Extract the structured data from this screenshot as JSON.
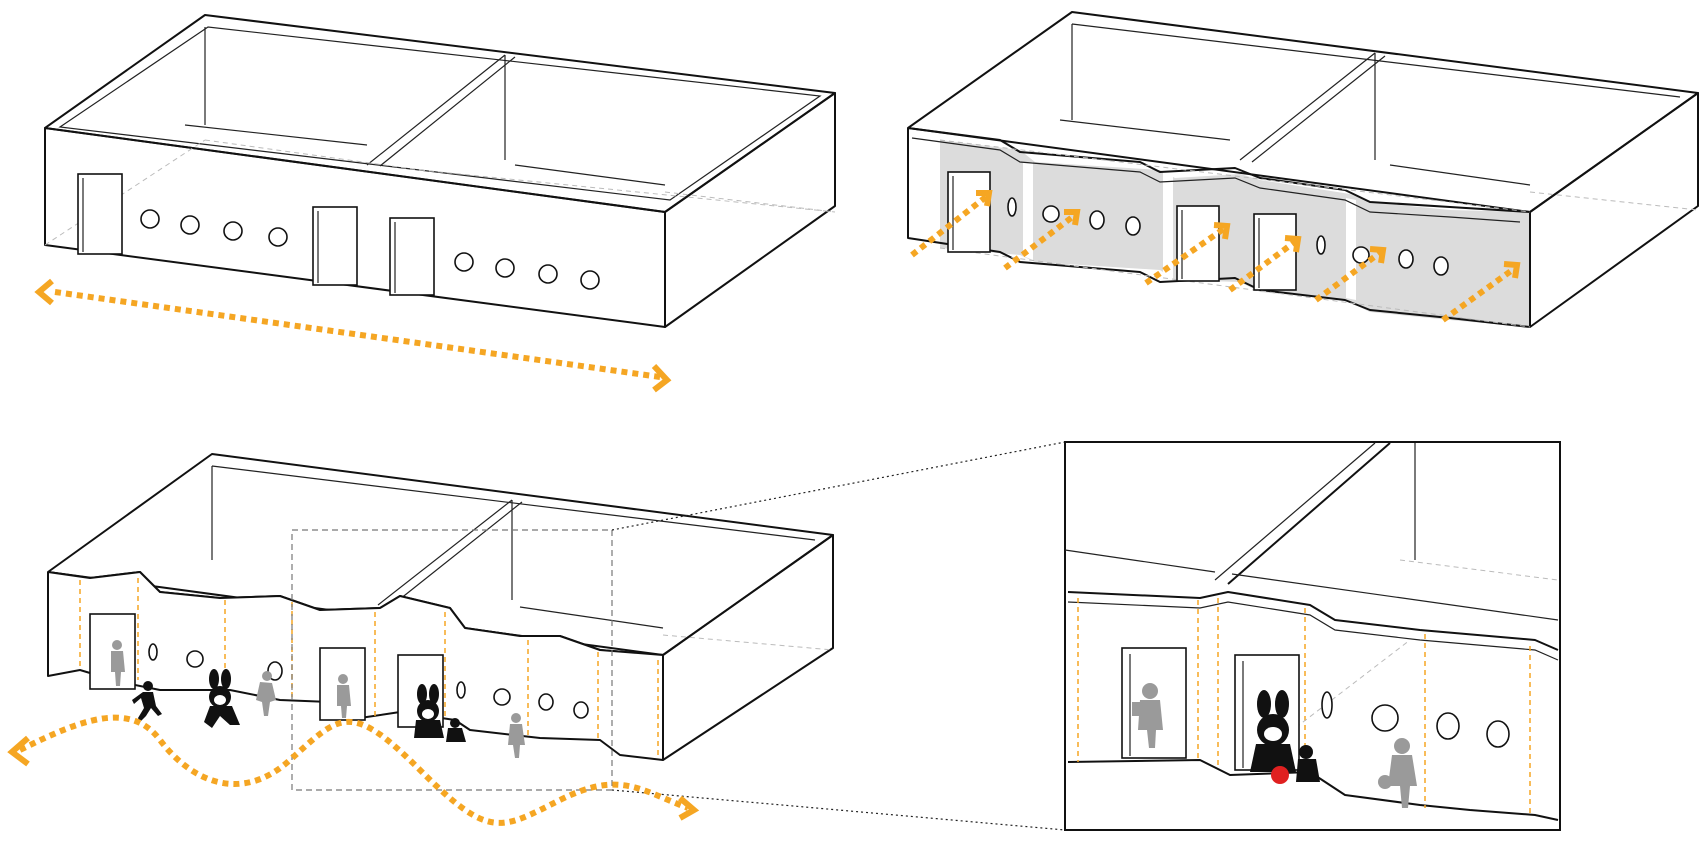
{
  "colors": {
    "accent": "#F5A623",
    "outline": "#111111",
    "shade": "#DCDCDC",
    "figure": "#9A9A9A",
    "ball": "#E02020"
  },
  "panels": [
    {
      "id": "top-left",
      "description_icon": "straight-corridor-diagram"
    },
    {
      "id": "top-right",
      "description_icon": "zigzag-corridor-diagram"
    },
    {
      "id": "bottom-left",
      "description_icon": "play-corridor-diagram"
    },
    {
      "id": "inset",
      "description_icon": "zoom-detail-diagram"
    }
  ]
}
